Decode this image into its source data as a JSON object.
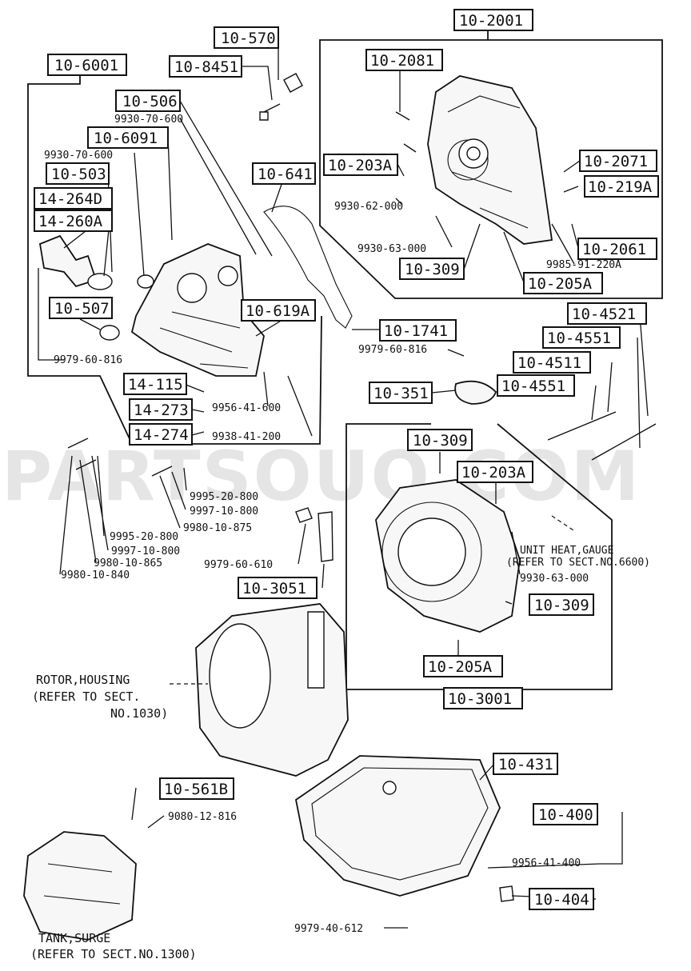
{
  "watermark": "PARTSOUQ.COM",
  "part_numbers": {
    "p10_570": "10-570",
    "p10_8451": "10-8451",
    "p10_6001": "10-6001",
    "p10_506": "10-506",
    "p10_6091": "10-6091",
    "p10_503": "10-503",
    "p14_264D": "14-264D",
    "p14_260A": "14-260A",
    "p10_507": "10-507",
    "p10_641": "10-641",
    "p10_619A": "10-619A",
    "p10_1741": "10-1741",
    "p14_115": "14-115",
    "p14_273": "14-273",
    "p14_274": "14-274",
    "p10_351": "10-351",
    "p10_2001": "10-2001",
    "p10_2081": "10-2081",
    "p10_203A_top": "10-203A",
    "p10_2071": "10-2071",
    "p10_219A": "10-219A",
    "p10_2061": "10-2061",
    "p10_309_top": "10-309",
    "p10_205A_top": "10-205A",
    "p10_4521": "10-4521",
    "p10_4551_a": "10-4551",
    "p10_4511": "10-4511",
    "p10_4551_b": "10-4551",
    "p10_309_mid": "10-309",
    "p10_203A_mid": "10-203A",
    "p10_309_low": "10-309",
    "p10_205A_low": "10-205A",
    "p10_3001": "10-3001",
    "p10_3051": "10-3051",
    "p10_431": "10-431",
    "p10_400": "10-400",
    "p10_404": "10-404",
    "p10_561B": "10-561B"
  },
  "labels": {
    "l9930_70_600_a": "9930-70-600",
    "l9930_70_600_b": "9930-70-600",
    "l9979_60_816_left": "9979-60-816",
    "l9956_41_600": "9956-41-600",
    "l9938_41_200": "9938-41-200",
    "l9930_62_000": "9930-62-000",
    "l9930_63_000_top": "9930-63-000",
    "l9985_91_220A": "9985-91-220A",
    "l9979_60_816_mid": "9979-60-816",
    "l9995_20_800_a": "9995-20-800",
    "l9997_10_800_a": "9997-10-800",
    "l9980_10_875": "9980-10-875",
    "l9995_20_800_b": "9995-20-800",
    "l9997_10_800_b": "9997-10-800",
    "l9980_10_865": "9980-10-865",
    "l9980_10_840": "9980-10-840",
    "l9979_60_610": "9979-60-610",
    "l9930_63_000_mid": "9930-63-000",
    "l9080_12_816": "9080-12-816",
    "l9956_41_400": "9956-41-400",
    "l9979_40_612": "9979-40-612"
  },
  "notes": {
    "unit_heat_1": "UNIT HEAT,GAUGE",
    "unit_heat_2": "(REFER TO SECT.NO.6600)",
    "rotor_1": "ROTOR,HOUSING",
    "rotor_2": "(REFER TO SECT.",
    "rotor_3": "NO.1030)",
    "tank_1": "TANK,SURGE",
    "tank_2": "(REFER TO SECT.NO.1300)"
  },
  "icons": [
    "bolt-icon",
    "washer-icon",
    "gasket-icon",
    "plug-icon",
    "housing-icon",
    "oil-pan-icon"
  ]
}
